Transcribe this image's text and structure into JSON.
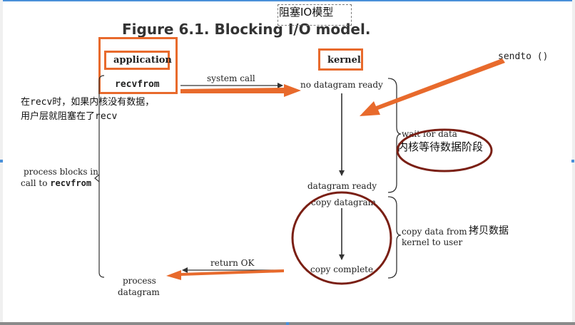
{
  "figure": {
    "title": "Figure 6.1. Blocking I/O model.",
    "title_note": "阻塞IO模型"
  },
  "columns": {
    "application": "application",
    "kernel": "kernel"
  },
  "application_side": {
    "recvfrom": "recvfrom",
    "process_blocks_line1": "process blocks in",
    "process_blocks_line2": "call to",
    "process_blocks_line2_code": "recvfrom",
    "process_datagram_line1": "process",
    "process_datagram_line2": "datagram"
  },
  "arrows": {
    "system_call": "system call",
    "return_ok": "return OK"
  },
  "kernel_side": {
    "no_datagram_ready": "no datagram ready",
    "datagram_ready": "datagram ready",
    "copy_datagram": "copy datagram",
    "copy_complete": "copy complete"
  },
  "phases": {
    "wait_for_data": "wait for data",
    "wait_note": "内核等待数据阶段",
    "copy_line1": "copy data from",
    "copy_line2": "kernel to user",
    "copy_note": "拷贝数据"
  },
  "annotations": {
    "sendto": "sendto ()",
    "recv_note_line1": "在recv时，如果内核没有数据，",
    "recv_note_line2": "用户层就阻塞在了recv"
  },
  "colors": {
    "annotation_orange": "#e86a2c",
    "circle_brown": "#7a1f14",
    "line_dark": "#333333",
    "selection_blue": "#4a90d9"
  }
}
